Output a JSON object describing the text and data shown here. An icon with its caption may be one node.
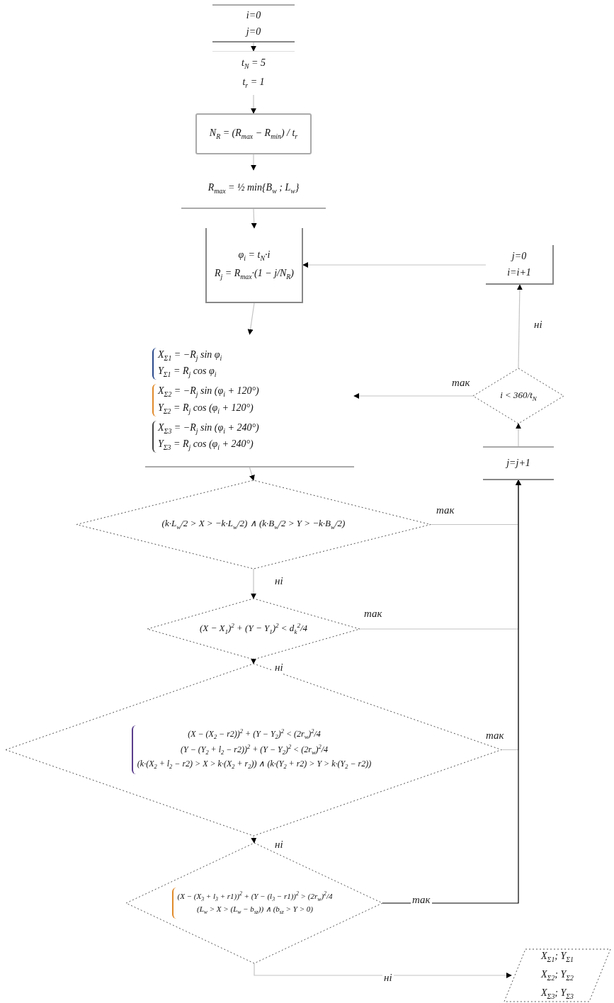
{
  "diagram": {
    "nodes": [
      {
        "text": [
          "i=0",
          "j=0"
        ]
      },
      {
        "text": [
          "t$_{N}$ = 5",
          "t$_{r}$ = 1"
        ]
      },
      {
        "text": [
          "N$_{R}$ = (R$_{max}$ − R$_{min}$) / t$_{r}$"
        ]
      },
      {
        "text": [
          "R$_{max}$ = ½ min{B$_{w}$ ; L$_{w}$}"
        ]
      },
      {
        "text": [
          "φ$_{i}$ = t$_{N}$·i",
          "R$_{j}$ = R$_{max}$·(1 − j/N$_{R}$)"
        ]
      },
      {
        "text": [
          "X$_{Σ1}$ = −R$_{j}$ sin φ$_{i}$",
          "Y$_{Σ1}$ = R$_{j}$ cos φ$_{i}$",
          "X$_{Σ2}$ = −R$_{j}$ sin (φ$_{i}$ + 120°)",
          "Y$_{Σ2}$ = R$_{j}$ cos (φ$_{i}$ + 120°)",
          "X$_{Σ3}$ = −R$_{j}$ sin (φ$_{i}$ + 240°)",
          "Y$_{Σ3}$ = R$_{j}$ cos (φ$_{i}$ + 240°)"
        ]
      },
      {
        "text": [
          "(k·L$_{w}$/2 > X > −k·L$_{w}$/2) ∧ (k·B$_{w}$/2 > Y > −k·B$_{w}$/2)"
        ]
      },
      {
        "text": [
          "(X − X$_{1}$)$^{2}$ + (Y − Y$_{1}$)$^{2}$ < d$_{k}$$^{2}$/4"
        ]
      },
      {
        "text": [
          "(X − (X$_{2}$ − r2))$^{2}$ + (Y − Y$_{2}$)$^{2}$ < (2r$_{w}$)$^{2}$/4",
          "(Y − (Y$_{2}$ + l$_{2}$ − r2))$^{2}$ + (Y − Y$_{2}$)$^{2}$ < (2r$_{w}$)$^{2}$/4",
          "(k·(X$_{2}$ + l$_{2}$ − r2) > X > k·(X$_{2}$ + r$_{2}$)) ∧ (k·(Y$_{2}$ + r2) > Y > k·(Y$_{2}$ − r2))"
        ]
      },
      {
        "text": [
          "(X − (X$_{3}$ + l$_{3}$ + r1))$^{2}$ + (Y − (l$_{3}$ − r1))$^{2}$ > (2r$_{w}$)$^{2}$/4",
          "(L$_{w}$ > X > (L$_{w}$ − b$_{sz}$)) ∧ (b$_{sz}$ > Y > 0)"
        ]
      },
      {
        "text": [
          "X$_{Σ1}$; Y$_{Σ1}$",
          "X$_{Σ2}$; Y$_{Σ2}$",
          "X$_{Σ3}$; Y$_{Σ3}$"
        ]
      },
      {
        "text": [
          "j=j+1"
        ]
      },
      {
        "text": [
          "i < 360/t$_{N}$"
        ]
      },
      {
        "text": [
          "j=0",
          "i=i+1"
        ]
      }
    ],
    "edges": [
      {
        "from": 0,
        "to": 1,
        "arrow": "to"
      },
      {
        "from": 1,
        "to": 2,
        "arrow": "to"
      },
      {
        "from": 2,
        "to": 3,
        "arrow": "to"
      },
      {
        "from": 3,
        "to": 4,
        "arrow": "to"
      },
      {
        "from": 4,
        "to": 5,
        "arrow": "to"
      },
      {
        "from": 5,
        "to": 6,
        "arrow": "to"
      },
      {
        "from": 6,
        "to": 7,
        "arrow": "to",
        "label": "ні"
      },
      {
        "from": 7,
        "to": 8,
        "arrow": "to",
        "label": "ні"
      },
      {
        "from": 8,
        "to": 9,
        "arrow": "to",
        "label": "ні"
      },
      {
        "from": 9,
        "to": 10,
        "arrow": "to",
        "label": "ні"
      },
      {
        "from": 6,
        "to": 11,
        "arrow": "to",
        "label": "так"
      },
      {
        "from": 7,
        "to": 11,
        "arrow": "to",
        "label": "так"
      },
      {
        "from": 8,
        "to": 11,
        "arrow": "to",
        "label": "так"
      },
      {
        "from": 9,
        "to": 11,
        "arrow": "to",
        "label": "так",
        "color": "#000000"
      },
      {
        "from": 11,
        "to": 12,
        "arrow": "to"
      },
      {
        "from": 12,
        "to": 5,
        "arrow": "to",
        "label": "так"
      },
      {
        "from": 12,
        "to": 13,
        "arrow": "to",
        "label": "ні"
      },
      {
        "from": 13,
        "to": 4,
        "arrow": "to"
      }
    ]
  }
}
